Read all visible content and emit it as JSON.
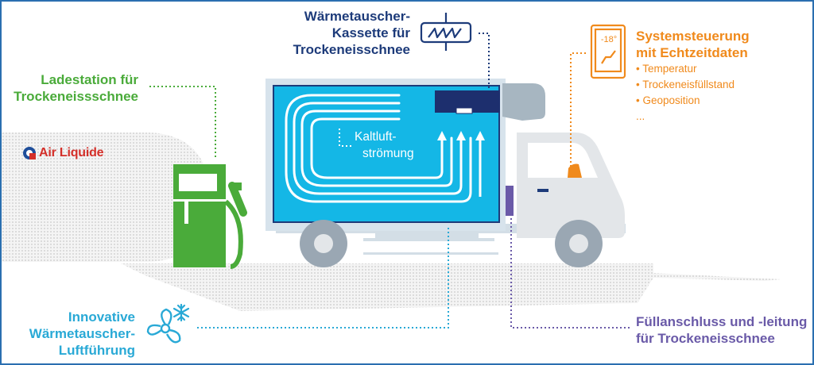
{
  "labels": {
    "charging_station": [
      "Ladestation für",
      "Trockeneissschnee"
    ],
    "heat_exchanger_cassette": [
      "Wärmetauscher-",
      "Kassette für",
      "Trockeneisschnee"
    ],
    "system_control": [
      "Systemsteuerung",
      "mit Echtzeitdaten"
    ],
    "system_control_items": [
      "• Temperatur",
      "• Trockeneisfüllstand",
      "• Geoposition",
      "..."
    ],
    "air_guidance": [
      "Innovative",
      "Wärmetauscher-",
      "Luftführung"
    ],
    "filling_connection": [
      "Füllanschluss und -leitung",
      "für Trockeneisschnee"
    ],
    "cold_air_flow": [
      "Kaltluft-",
      "strömung"
    ]
  },
  "display": {
    "temperature": "-18°"
  },
  "logo": {
    "name": "Air Liquide"
  },
  "colors": {
    "green": "#4aab3a",
    "navy": "#1d3b7a",
    "orange": "#f08a1c",
    "cyan": "#29a9d6",
    "purple": "#6a5aa8",
    "cargo_blue": "#14b7e6",
    "border_blue": "#2a6fb0"
  },
  "icons": {
    "cassette": "heat-exchanger-cassette-icon",
    "thermostat": "control-display-icon",
    "fan_snow": "fan-snowflake-icon"
  }
}
